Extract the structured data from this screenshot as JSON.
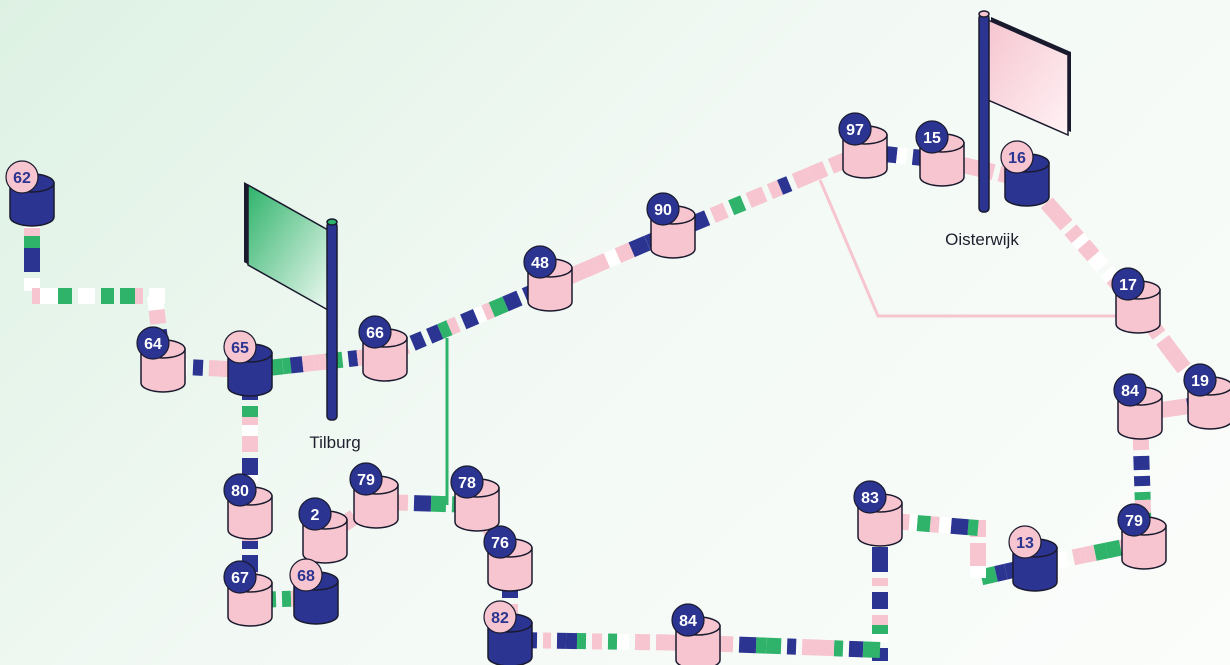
{
  "colors": {
    "navy": "#2b3490",
    "pink": "#f6c5cf",
    "green": "#2fb36b",
    "white": "#ffffff",
    "outline": "#1a1a2e"
  },
  "cities": [
    {
      "name": "Tilburg",
      "flag_color": "green"
    },
    {
      "name": "Oisterwijk",
      "flag_color": "pink"
    }
  ],
  "nodes": [
    {
      "id": "n62a",
      "label": "62",
      "style": "navy-body"
    },
    {
      "id": "n64",
      "label": "64",
      "style": "pink-body"
    },
    {
      "id": "n65",
      "label": "65",
      "style": "navy-body"
    },
    {
      "id": "n66",
      "label": "66",
      "style": "pink-body"
    },
    {
      "id": "n48",
      "label": "48",
      "style": "pink-body"
    },
    {
      "id": "n90",
      "label": "90",
      "style": "pink-body"
    },
    {
      "id": "n97",
      "label": "97",
      "style": "pink-body"
    },
    {
      "id": "n15",
      "label": "15",
      "style": "pink-body"
    },
    {
      "id": "n16",
      "label": "16",
      "style": "navy-body"
    },
    {
      "id": "n17",
      "label": "17",
      "style": "pink-body"
    },
    {
      "id": "n19",
      "label": "19",
      "style": "pink-body"
    },
    {
      "id": "n84b",
      "label": "84",
      "style": "pink-body"
    },
    {
      "id": "n79b",
      "label": "79",
      "style": "pink-body"
    },
    {
      "id": "n13",
      "label": "13",
      "style": "navy-body"
    },
    {
      "id": "n83",
      "label": "83",
      "style": "pink-body"
    },
    {
      "id": "n84a",
      "label": "84",
      "style": "pink-body"
    },
    {
      "id": "n82",
      "label": "82",
      "style": "navy-body"
    },
    {
      "id": "n76",
      "label": "76",
      "style": "pink-body"
    },
    {
      "id": "n78",
      "label": "78",
      "style": "pink-body"
    },
    {
      "id": "n79a",
      "label": "79",
      "style": "pink-body"
    },
    {
      "id": "n2",
      "label": "2",
      "style": "pink-body"
    },
    {
      "id": "n80",
      "label": "80",
      "style": "pink-body"
    },
    {
      "id": "n67",
      "label": "67",
      "style": "pink-body"
    },
    {
      "id": "n68",
      "label": "68",
      "style": "navy-body"
    }
  ],
  "routes": [
    {
      "from": "n62a",
      "to": "n64",
      "via": "corner-h"
    },
    {
      "from": "n64",
      "to": "n65"
    },
    {
      "from": "n65",
      "to": "n66"
    },
    {
      "from": "n66",
      "to": "n48"
    },
    {
      "from": "n48",
      "to": "n90"
    },
    {
      "from": "n90",
      "to": "n97"
    },
    {
      "from": "n97",
      "to": "n15"
    },
    {
      "from": "n15",
      "to": "n16"
    },
    {
      "from": "n16",
      "to": "n17"
    },
    {
      "from": "n17",
      "to": "n19"
    },
    {
      "from": "n19",
      "to": "n84b"
    },
    {
      "from": "n84b",
      "to": "n79b"
    },
    {
      "from": "n79b",
      "to": "n13"
    },
    {
      "from": "n13",
      "to": "n83",
      "via": "step"
    },
    {
      "from": "n83",
      "to": "n84a",
      "via": "corner-v"
    },
    {
      "from": "n84a",
      "to": "n82"
    },
    {
      "from": "n82",
      "to": "n76"
    },
    {
      "from": "n76",
      "to": "n78"
    },
    {
      "from": "n78",
      "to": "n79a"
    },
    {
      "from": "n79a",
      "to": "n2"
    },
    {
      "from": "n65",
      "to": "n80"
    },
    {
      "from": "n80",
      "to": "n67"
    },
    {
      "from": "n67",
      "to": "n68"
    }
  ],
  "connectors": [
    {
      "from": "n66",
      "to": "n78",
      "color": "green"
    },
    {
      "from": "n97",
      "to": "n17",
      "color": "pink"
    }
  ]
}
